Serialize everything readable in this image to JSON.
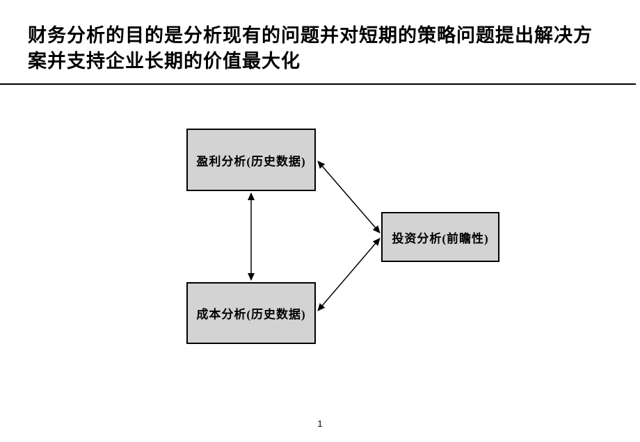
{
  "slide": {
    "title": {
      "line1": "财务分析的目的是分析现有的问题并对短期的策略问题提出解决方",
      "line2": "案并支持企业长期的价值最大化"
    },
    "footer": {
      "page_number": "1"
    }
  },
  "diagram": {
    "boxes": {
      "profit": {
        "label": "盈利分析(历史数据)"
      },
      "cost": {
        "label": "成本分析(历史数据)"
      },
      "investment": {
        "label": "投资分析(前瞻性)"
      }
    },
    "connectors": [
      {
        "name": "profit-cost",
        "type": "bidirectional"
      },
      {
        "name": "profit-investment",
        "type": "bidirectional"
      },
      {
        "name": "cost-investment",
        "type": "bidirectional"
      }
    ],
    "colors": {
      "box_fill": "#d3d3d3",
      "box_border": "#000000",
      "arrow": "#000000"
    }
  }
}
